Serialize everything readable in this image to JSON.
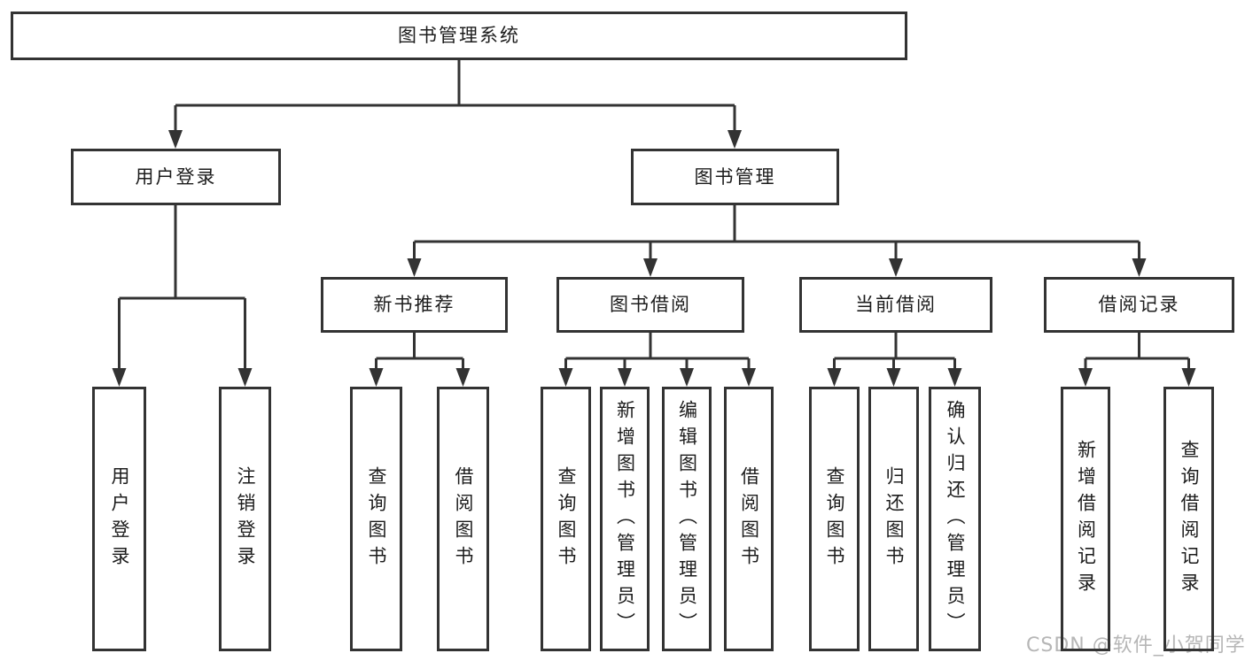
{
  "tree": {
    "label": "图书管理系统",
    "children": [
      {
        "label": "用户登录",
        "children": [
          {
            "label": "用户登录"
          },
          {
            "label": "注销登录"
          }
        ]
      },
      {
        "label": "图书管理",
        "children": [
          {
            "label": "新书推荐",
            "children": [
              {
                "label": "查询图书"
              },
              {
                "label": "借阅图书"
              }
            ]
          },
          {
            "label": "图书借阅",
            "children": [
              {
                "label": "查询图书"
              },
              {
                "label": "新增图书（管理员）"
              },
              {
                "label": "编辑图书（管理员）"
              },
              {
                "label": "借阅图书"
              }
            ]
          },
          {
            "label": "当前借阅",
            "children": [
              {
                "label": "查询图书"
              },
              {
                "label": "归还图书"
              },
              {
                "label": "确认归还（管理员）"
              }
            ]
          },
          {
            "label": "借阅记录",
            "children": [
              {
                "label": "新增借阅记录"
              },
              {
                "label": "查询借阅记录"
              }
            ]
          }
        ]
      }
    ]
  },
  "watermark": {
    "text": "CSDN @软件_小贺同学"
  },
  "colors": {
    "line": "#333333",
    "text": "#1c1c1c",
    "watermark": "#b6b6b6",
    "background": "#ffffff"
  }
}
